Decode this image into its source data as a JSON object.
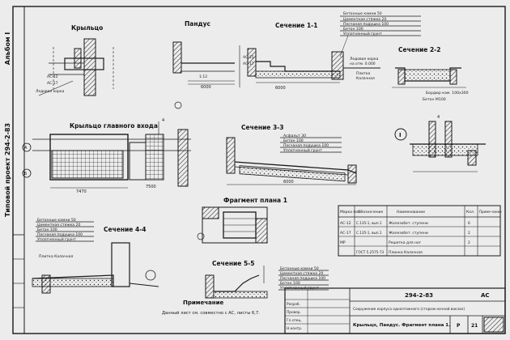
{
  "side_text": {
    "album": "Альбом I",
    "code": "Типовой проект 294-2-83"
  },
  "details": {
    "krylco": "Крыльцо",
    "pandus": "Пандус",
    "section_1_1": "Сечение 1-1",
    "section_2_2": "Сечение 2-2",
    "section_3_3": "Сечение 3-3",
    "section_4_4": "Сечение 4-4",
    "section_5_5": "Сечение 5-5",
    "main_entrance": "Крыльцо главного входа",
    "plan_fragment": "Фрагмент плана 1",
    "note_title": "Примечание",
    "note_text": "Данный лист см. совместно с АС, листы 6,7."
  },
  "callouts": {
    "c1": "Асфальт 30",
    "c2": "Бетон 100",
    "c3": "Песчаная подушка 100",
    "c4": "Уплотненный грунт",
    "c5": "Бетонные камни 50",
    "c6": "Цементная стяжка 20",
    "c7": "Бордюр кам. 100х300",
    "c8": "Бетон М100"
  },
  "dims": {
    "d1": "6000",
    "d2": "7470",
    "d3": "7500",
    "d4": "1:12",
    "d5": "6000",
    "d6": "4"
  },
  "spec_table": {
    "headers": [
      "Марка поз.",
      "Обозначение",
      "Наименование",
      "Кол.",
      "Приме-чание"
    ],
    "rows": [
      [
        "АС-12",
        "С.135-1, вып.1",
        "Железобет. ступени",
        "6",
        ""
      ],
      [
        "АС-17",
        "С.135-1, вып.1",
        "Железобет. ступени",
        "2",
        ""
      ],
      [
        "МР",
        "",
        "Решетка для ног",
        "2",
        ""
      ],
      [
        "",
        "ГОСТ 5.2575-73",
        "Плинка Калачная",
        "",
        ""
      ]
    ]
  },
  "title_block": {
    "code": "294-2-83",
    "mark": "АС",
    "descr": "Сооружение корпуса одноэтажного (сторож-ночной вокзал)",
    "sheet_title": "Крыльцо, Пандус. Фрагмент плана 1.",
    "stage": "Р",
    "sheet": "21",
    "roles": [
      "Разраб.",
      "Провер.",
      "Гл.спец.",
      "Н.контр."
    ]
  }
}
